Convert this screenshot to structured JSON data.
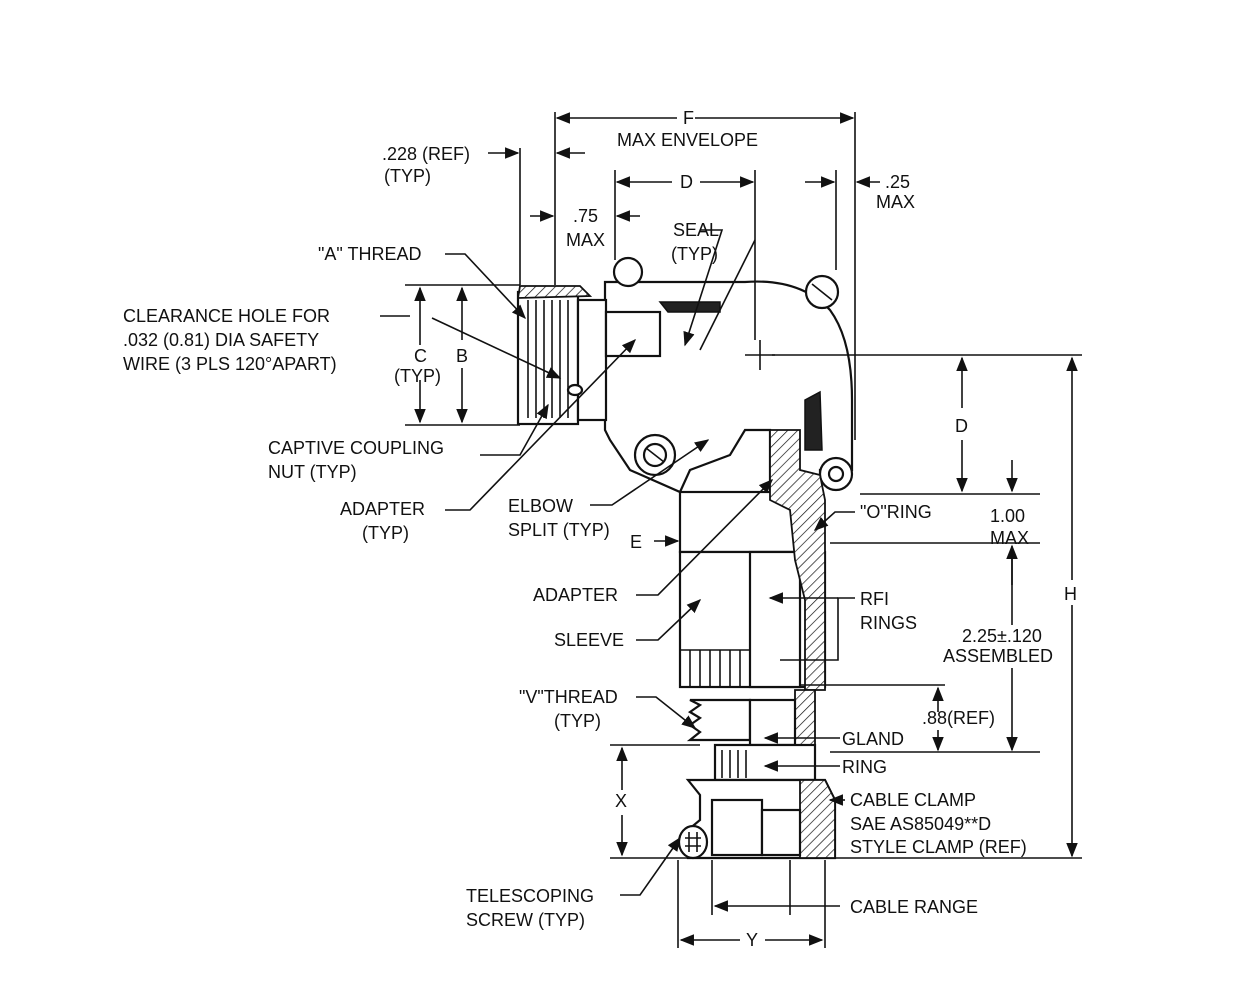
{
  "labels": {
    "f": "F",
    "max_envelope": "MAX ENVELOPE",
    "ref_228": ".228 (REF)",
    "typ_228": "(TYP)",
    "d_top": "D",
    "max25_a": ".25",
    "max25_b": "MAX",
    "max75_a": ".75",
    "max75_b": "MAX",
    "seal_a": "SEAL",
    "seal_b": "(TYP)",
    "a_thread": "\"A\" THREAD",
    "clearance_1": "CLEARANCE HOLE FOR",
    "clearance_2": ".032 (0.81) DIA SAFETY",
    "clearance_3": "WIRE (3 PLS 120°APART)",
    "c": "C",
    "c_typ": "(TYP)",
    "b": "B",
    "captive_1": "CAPTIVE COUPLING",
    "captive_2": "NUT (TYP)",
    "adapter_typ_1": "ADAPTER",
    "adapter_typ_2": "(TYP)",
    "elbow_1": "ELBOW",
    "elbow_2": "SPLIT (TYP)",
    "e": "E",
    "d_side": "D",
    "o_ring": "\"O\"RING",
    "max100_a": "1.00",
    "max100_b": "MAX",
    "h": "H",
    "adapter": "ADAPTER",
    "rfi_1": "RFI",
    "rfi_2": "RINGS",
    "assembled_1": "2.25±.120",
    "assembled_2": "ASSEMBLED",
    "sleeve": "SLEEVE",
    "v_thread_1": "\"V\"THREAD",
    "v_thread_2": "(TYP)",
    "ref88": ".88(REF)",
    "gland": "GLAND",
    "ring": "RING",
    "x": "X",
    "cable_clamp_1": "CABLE CLAMP",
    "cable_clamp_2": "SAE AS85049**D",
    "cable_clamp_3": "STYLE CLAMP (REF)",
    "telescoping_1": "TELESCOPING",
    "telescoping_2": "SCREW (TYP)",
    "cable_range": "CABLE RANGE",
    "y": "Y"
  }
}
